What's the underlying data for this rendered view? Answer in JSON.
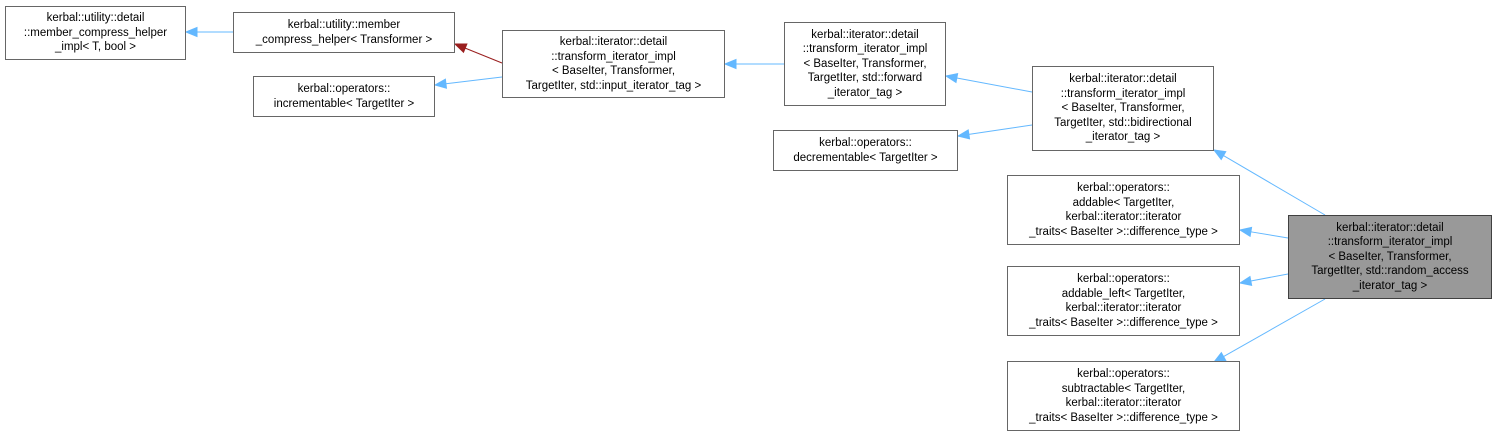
{
  "nodes": [
    {
      "id": "n_compress_helper_impl",
      "name": "member-compress-helper-impl-node",
      "lines": [
        "kerbal::utility::detail",
        "::member_compress_helper",
        "_impl< T, bool >"
      ]
    },
    {
      "id": "n_compress_helper",
      "name": "member-compress-helper-node",
      "lines": [
        "kerbal::utility::member",
        "_compress_helper< Transformer >"
      ]
    },
    {
      "id": "n_incrementable",
      "name": "incrementable-node",
      "lines": [
        "kerbal::operators::",
        "incrementable< TargetIter >"
      ]
    },
    {
      "id": "n_impl_input",
      "name": "transform-iterator-impl-input-node",
      "lines": [
        "kerbal::iterator::detail",
        "::transform_iterator_impl",
        "< BaseIter, Transformer,",
        "TargetIter, std::input_iterator_tag >"
      ]
    },
    {
      "id": "n_impl_forward",
      "name": "transform-iterator-impl-forward-node",
      "lines": [
        "kerbal::iterator::detail",
        "::transform_iterator_impl",
        "< BaseIter, Transformer,",
        "TargetIter, std::forward",
        "_iterator_tag >"
      ]
    },
    {
      "id": "n_decrementable",
      "name": "decrementable-node",
      "lines": [
        "kerbal::operators::",
        "decrementable< TargetIter >"
      ]
    },
    {
      "id": "n_impl_bidir",
      "name": "transform-iterator-impl-bidirectional-node",
      "lines": [
        "kerbal::iterator::detail",
        "::transform_iterator_impl",
        "< BaseIter, Transformer,",
        "TargetIter, std::bidirectional",
        "_iterator_tag >"
      ]
    },
    {
      "id": "n_addable",
      "name": "addable-node",
      "lines": [
        "kerbal::operators::",
        "addable< TargetIter,",
        "kerbal::iterator::iterator",
        "_traits< BaseIter >::difference_type >"
      ]
    },
    {
      "id": "n_addable_left",
      "name": "addable-left-node",
      "lines": [
        "kerbal::operators::",
        "addable_left< TargetIter,",
        "kerbal::iterator::iterator",
        "_traits< BaseIter >::difference_type >"
      ]
    },
    {
      "id": "n_subtractable",
      "name": "subtractable-node",
      "lines": [
        "kerbal::operators::",
        "subtractable< TargetIter,",
        "kerbal::iterator::iterator",
        "_traits< BaseIter >::difference_type >"
      ]
    },
    {
      "id": "n_impl_random",
      "name": "transform-iterator-impl-random-access-node",
      "current": true,
      "lines": [
        "kerbal::iterator::detail",
        "::transform_iterator_impl",
        "< BaseIter, Transformer,",
        "TargetIter, std::random_access",
        "_iterator_tag >"
      ]
    }
  ],
  "edges": [
    {
      "from": "n_compress_helper",
      "to": "n_compress_helper_impl",
      "color": "#63b8ff"
    },
    {
      "from": "n_impl_input",
      "to": "n_compress_helper",
      "color": "#9a1f1f"
    },
    {
      "from": "n_impl_input",
      "to": "n_incrementable",
      "color": "#63b8ff"
    },
    {
      "from": "n_impl_forward",
      "to": "n_impl_input",
      "color": "#63b8ff"
    },
    {
      "from": "n_impl_bidir",
      "to": "n_impl_forward",
      "color": "#63b8ff"
    },
    {
      "from": "n_impl_bidir",
      "to": "n_decrementable",
      "color": "#63b8ff"
    },
    {
      "from": "n_impl_random",
      "to": "n_impl_bidir",
      "color": "#63b8ff"
    },
    {
      "from": "n_impl_random",
      "to": "n_addable",
      "color": "#63b8ff"
    },
    {
      "from": "n_impl_random",
      "to": "n_addable_left",
      "color": "#63b8ff"
    },
    {
      "from": "n_impl_random",
      "to": "n_subtractable",
      "color": "#63b8ff"
    }
  ],
  "colors": {
    "node_border": "#666666",
    "current_node_fill": "#999999",
    "inheritance_edge": "#63b8ff",
    "usage_edge": "#9a1f1f"
  }
}
